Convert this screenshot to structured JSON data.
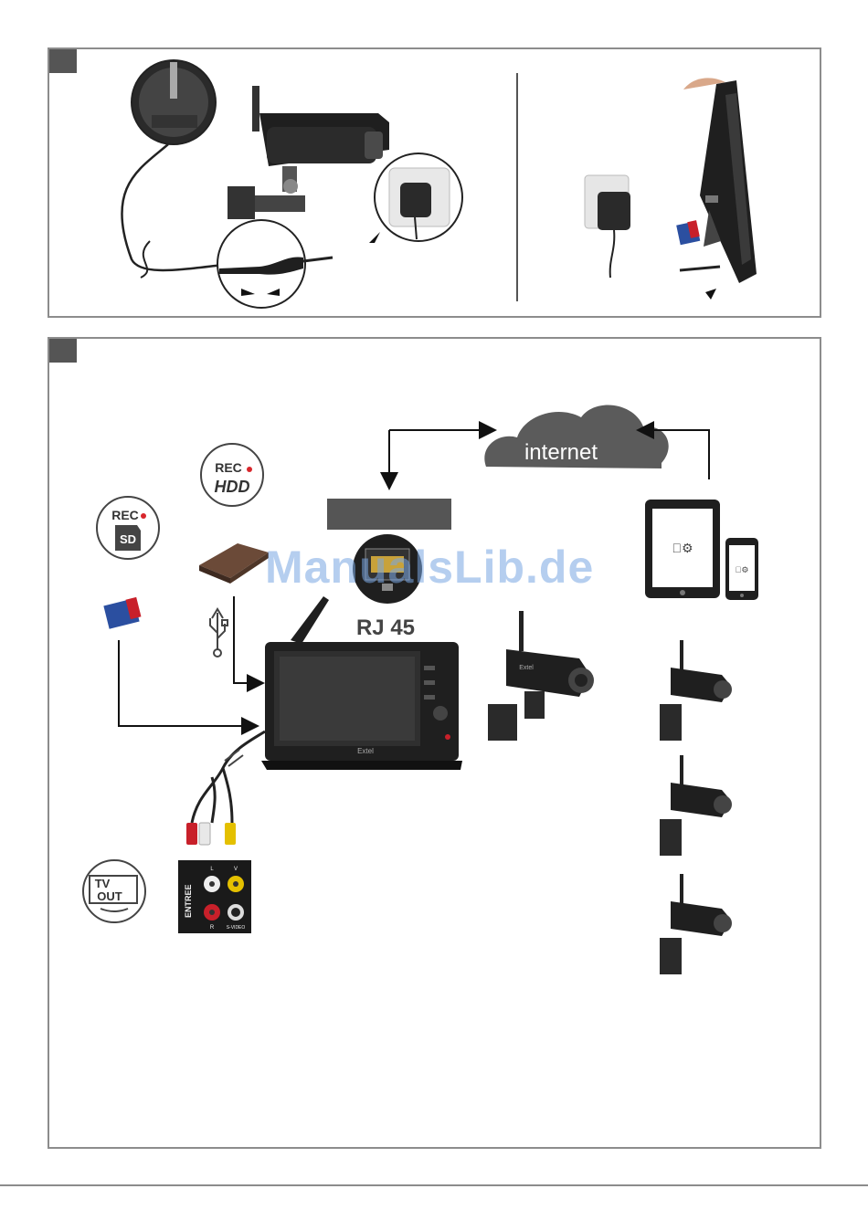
{
  "diagram": {
    "internet_label": "internet",
    "rj45_label": "RJ 45",
    "rec_hdd": {
      "top": "REC",
      "bottom": "HDD"
    },
    "rec_sd": {
      "top": "REC",
      "bottom": "SD"
    },
    "tv_out": {
      "line1": "TV",
      "line2": "OUT"
    },
    "av_panel": {
      "side": "ENTREE",
      "l": "L",
      "v": "V",
      "r": "R",
      "svideo": "S-VIDEO"
    },
    "monitor_brand": "Extel",
    "camera_brand": "Extel",
    "watermark": "ManualsLib.de"
  },
  "colors": {
    "frame": "#8c8c8c",
    "tab": "#555555",
    "dark_device": "#1f1f1f",
    "cloud": "#5b5b5b",
    "rec_dot": "#d8262c",
    "watermark": "#78a5e1"
  }
}
